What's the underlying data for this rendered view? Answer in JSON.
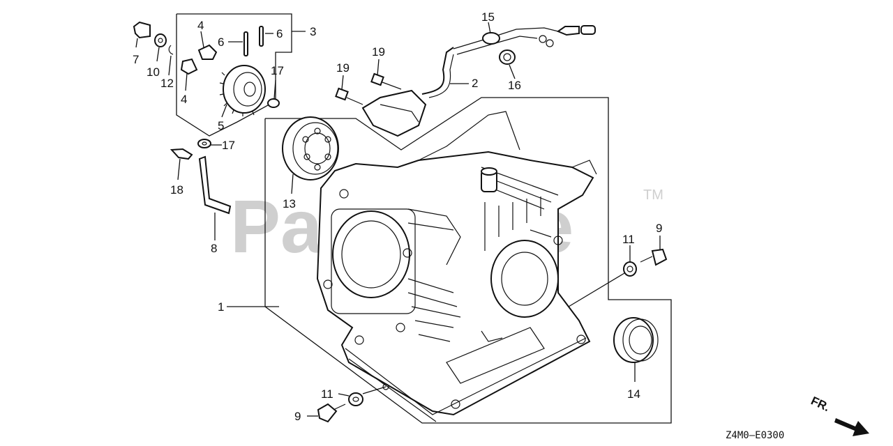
{
  "watermark": {
    "text": "PartsTree",
    "tm": "TM"
  },
  "diagram_code": "Z4M0—E0300",
  "direction_label": "FR.",
  "callouts": {
    "c1": "1",
    "c2": "2",
    "c3": "3",
    "c4a": "4",
    "c4b": "4",
    "c5": "5",
    "c6a": "6",
    "c6b": "6",
    "c7": "7",
    "c8": "8",
    "c9a": "9",
    "c9b": "9",
    "c10": "10",
    "c11a": "11",
    "c11b": "11",
    "c12": "12",
    "c13": "13",
    "c14": "14",
    "c15": "15",
    "c16": "16",
    "c17a": "17",
    "c17b": "17",
    "c18": "18",
    "c19a": "19",
    "c19b": "19"
  }
}
